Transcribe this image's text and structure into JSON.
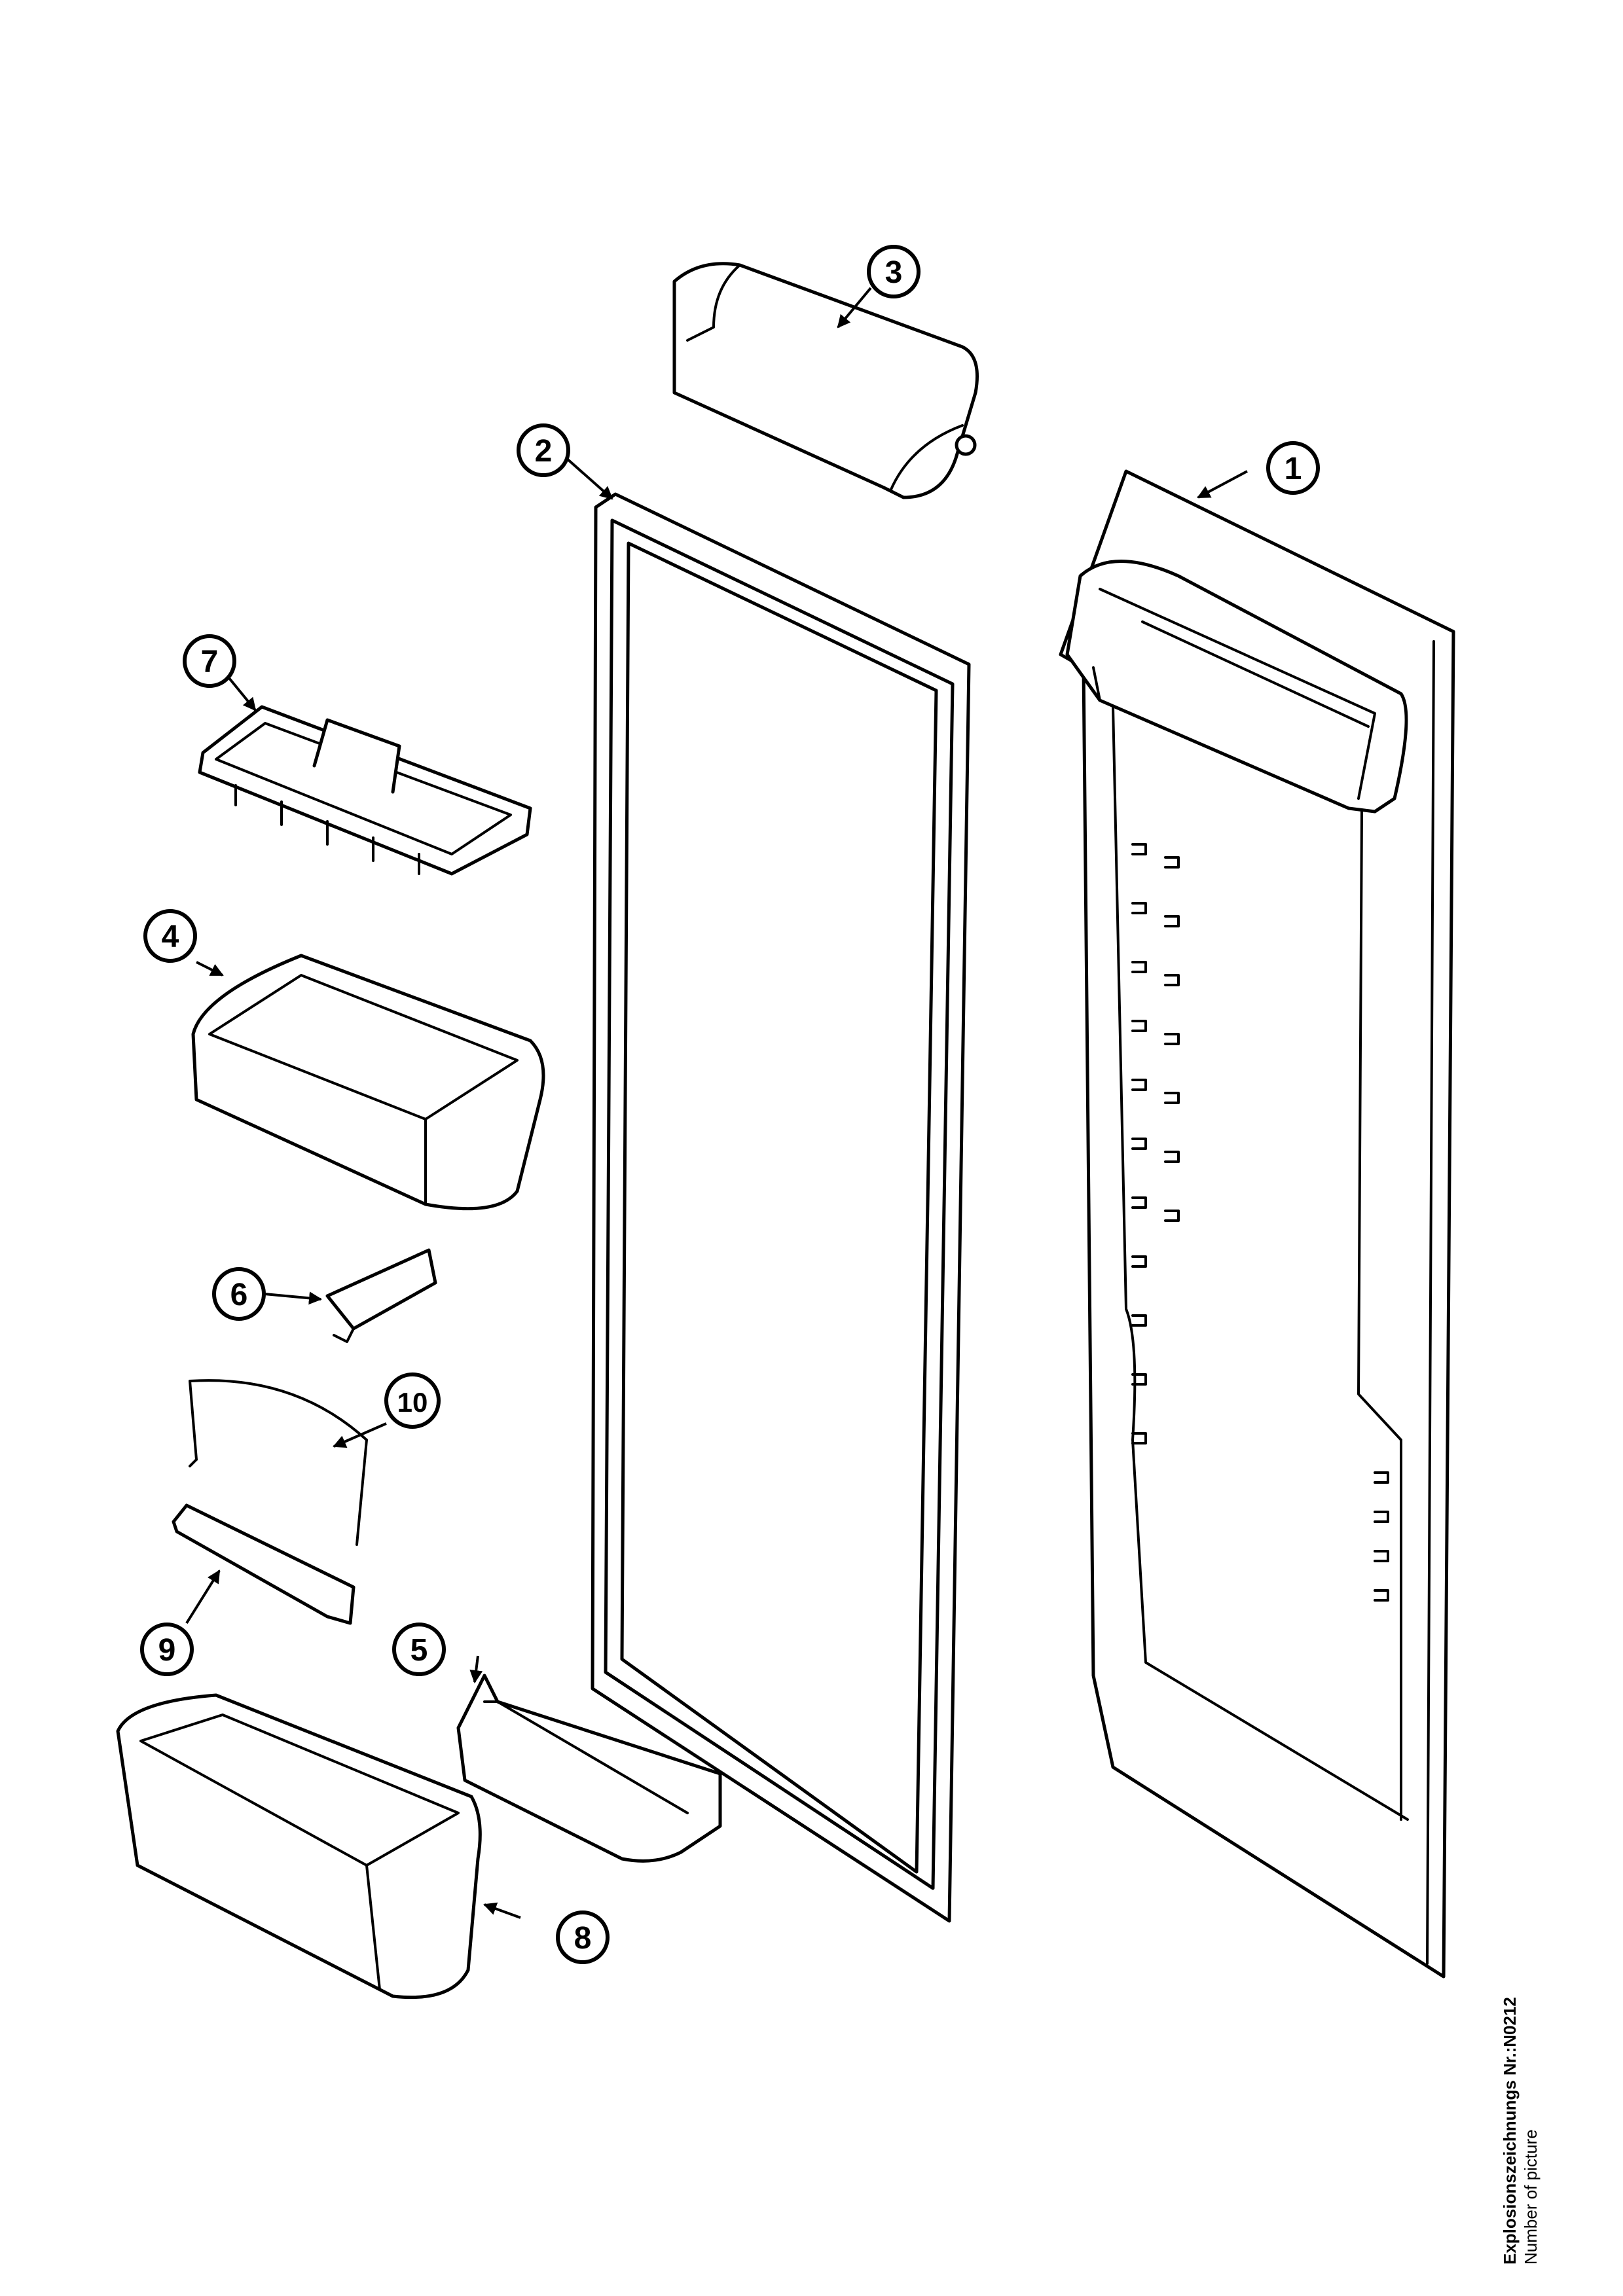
{
  "callouts": [
    "1",
    "2",
    "3",
    "4",
    "5",
    "6",
    "7",
    "8",
    "9",
    "10"
  ],
  "caption": {
    "line1": "Explosionszeichnungs Nr.:N0212",
    "line2": "Number of picture"
  },
  "colors": {
    "ink": "#000000",
    "paper": "#ffffff"
  }
}
